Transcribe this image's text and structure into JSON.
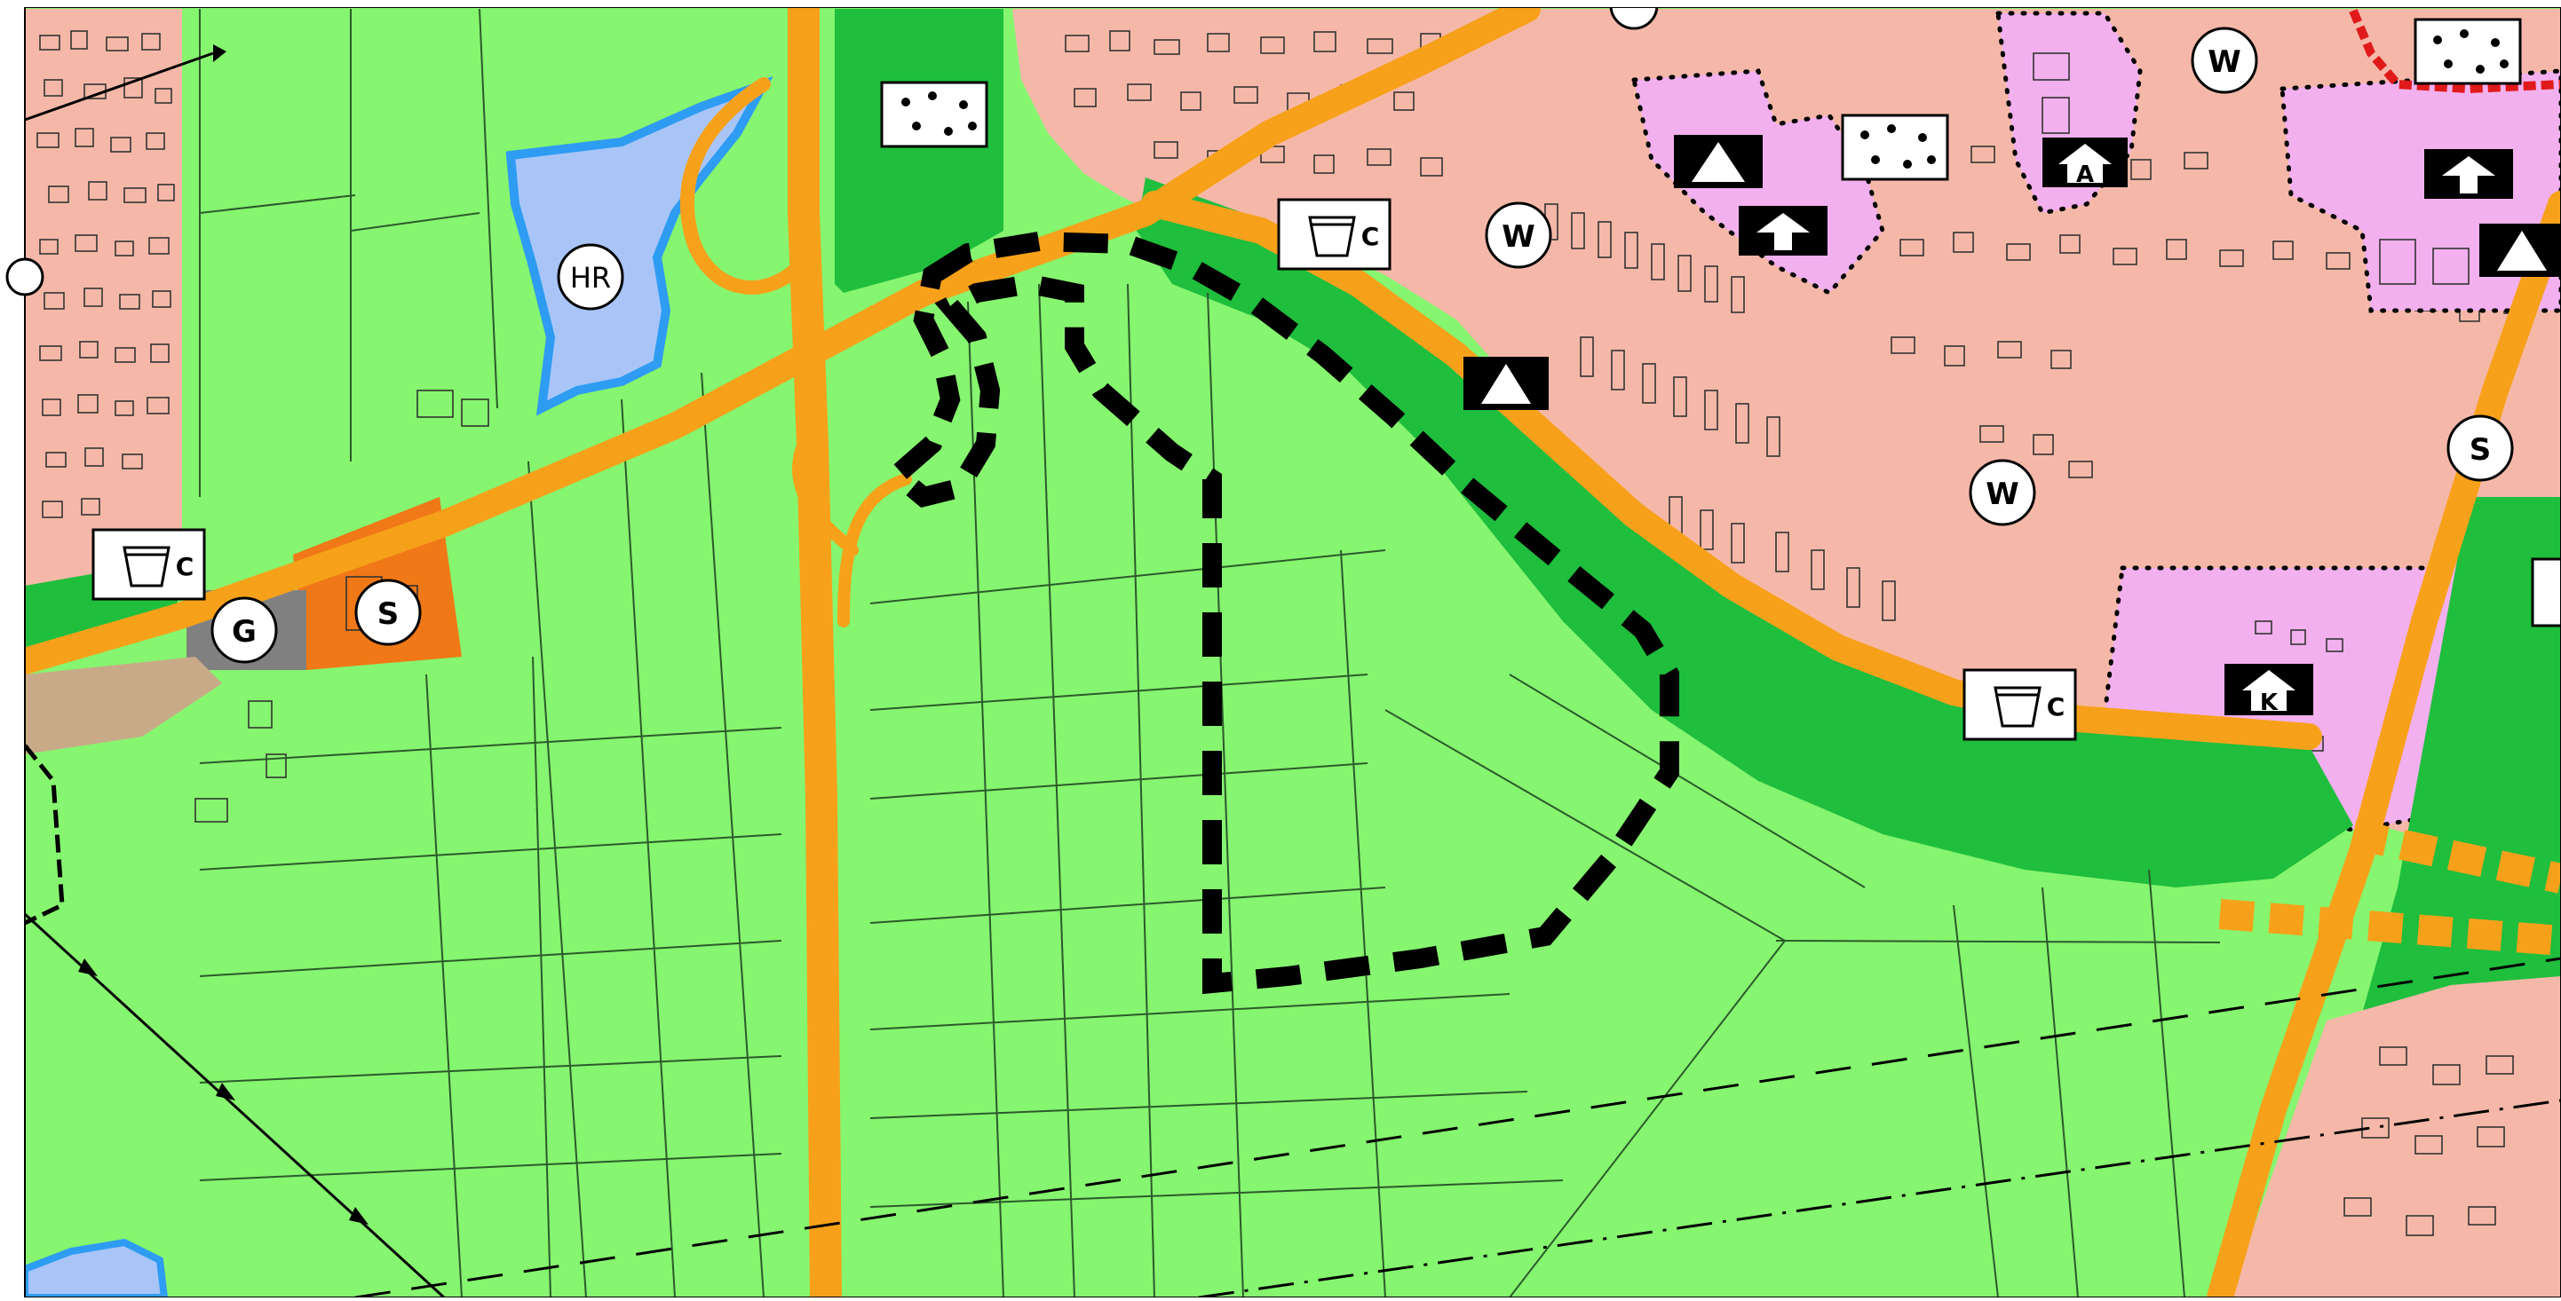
{
  "map": {
    "colors": {
      "agriculture": "#86f56f",
      "residential": "#f5b8a8",
      "public_facility": "#f2b0ee",
      "green_space": "#1fbe3d",
      "road": "#f7a11a",
      "water": "#a9c5f8",
      "water_edge": "#2e9cf2",
      "special_area": "#f07816",
      "commercial": "#808080",
      "utility_strip": "#c9aa88",
      "boundary": "#000000",
      "heritage_line": "#e01a1a"
    },
    "labels": {
      "hr": "HR",
      "w1": "W",
      "w2": "W",
      "w3": "W",
      "s1": "S",
      "s2": "S",
      "g": "G",
      "c1": "C",
      "c2": "C",
      "c3": "C",
      "a": "A",
      "k": "K"
    },
    "icons": [
      "triangle-symbol-icon",
      "house-symbol-icon",
      "container-symbol-icon",
      "dotted-box-symbol-icon",
      "circle-letter-icon"
    ]
  }
}
